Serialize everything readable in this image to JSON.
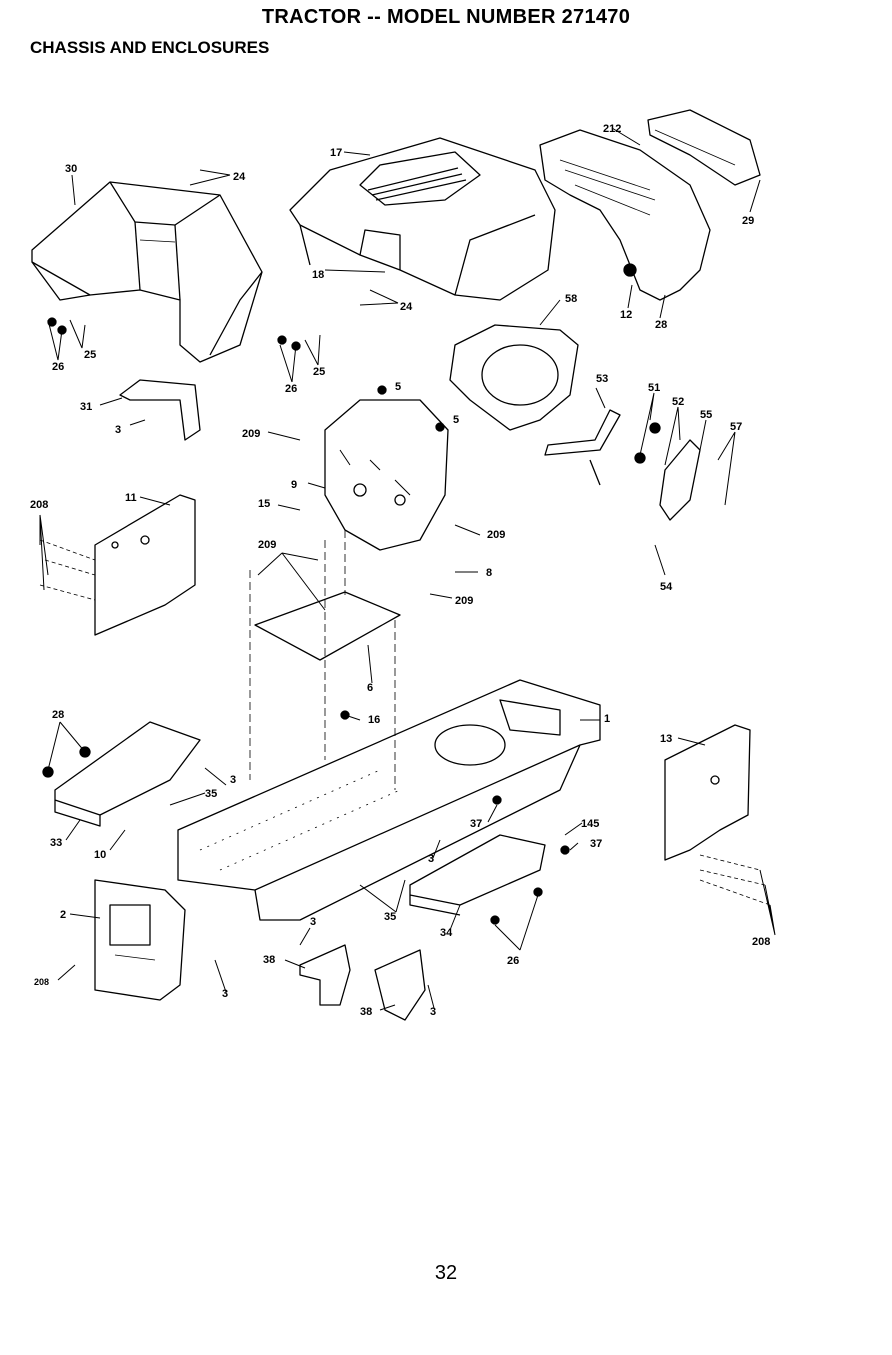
{
  "page": {
    "title": "TRACTOR -- MODEL NUMBER 271470",
    "section": "CHASSIS AND ENCLOSURES",
    "page_number": "32"
  },
  "callouts": {
    "c30": "30",
    "c24a": "24",
    "c17": "17",
    "c212": "212",
    "c29": "29",
    "c18": "18",
    "c24b": "24",
    "c58": "58",
    "c12": "12",
    "c28": "28",
    "c26a": "26",
    "c25a": "25",
    "c26b": "26",
    "c25b": "25",
    "c31": "31",
    "c3a": "3",
    "c5a": "5",
    "c5b": "5",
    "c209a": "209",
    "c53": "53",
    "c51": "51",
    "c52": "52",
    "c55": "55",
    "c57": "57",
    "c9": "9",
    "c208a": "208",
    "c11": "11",
    "c15": "15",
    "c209b": "209",
    "c209c": "209",
    "c8": "8",
    "c209d": "209",
    "c54": "54",
    "c6": "6",
    "c28b": "28",
    "c16": "16",
    "c1": "1",
    "c13": "13",
    "c3b": "3",
    "c35a": "35",
    "c37a": "37",
    "c145": "145",
    "c37b": "37",
    "c33": "33",
    "c10": "10",
    "c3c": "3",
    "c35b": "35",
    "c34": "34",
    "c2": "2",
    "c3d": "3",
    "c38a": "38",
    "c26c": "26",
    "c208b": "208",
    "c208c": "208",
    "c3e": "3",
    "c38b": "38",
    "c3f": "3"
  }
}
